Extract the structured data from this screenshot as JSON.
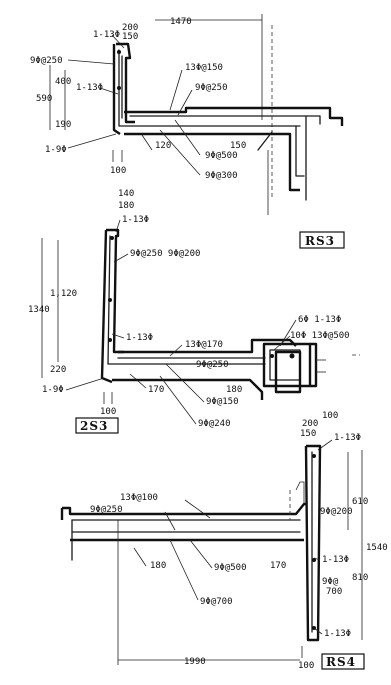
{
  "sections": [
    {
      "labels": {
        "width": "1470",
        "top_w": "200",
        "top_w2": "150",
        "top_bar": "1-13Φ",
        "side_bar": "9Φ@250",
        "h_total": "590",
        "h_upper": "400",
        "bar_mid": "1-13Φ",
        "h_lower": "190",
        "bottom_bar": "1-9Φ",
        "bottom_dim": "100",
        "main_bar": "13Φ@150",
        "dist_bar": "9Φ@250",
        "slope": "120",
        "haunch": "150",
        "haunch_bar": "9Φ@500",
        "bottom_main": "9Φ@300"
      },
      "tag": "RS3"
    },
    {
      "labels": {
        "top_w": "140",
        "top_w2": "180",
        "top_bar": "1-13Φ",
        "wall_bar": "9Φ@250 9Φ@200",
        "h_total": "1340",
        "h_upper": "1,120",
        "h_lower": "220",
        "bar_mid": "1-13Φ",
        "bottom_bar": "1-9Φ",
        "bottom_dim": "100",
        "slope": "170",
        "main_bar": "13Φ@170",
        "dist_bar": "9Φ@250",
        "box_bar": "6Φ 1-13Φ",
        "box_bar2": "10Φ 13Φ@500",
        "haunch": "180",
        "haunch_bar": "9Φ@150",
        "bottom_main": "9Φ@240"
      },
      "tag": "2S3"
    },
    {
      "labels": {
        "top_w": "200",
        "top_w2": "150",
        "top_dim": "100",
        "top_bar": "1-13Φ",
        "h_upper": "610",
        "main_bar": "13Φ@100",
        "dist_bar": "9Φ@250",
        "wall_bar": "9Φ@200",
        "h_total": "1540",
        "slope": "180",
        "mid_bar": "9Φ@500",
        "mid_dim": "170",
        "bar_mid": "1-13Φ",
        "h_lower": "810",
        "h_lower2": "700",
        "side_bar": "9Φ@",
        "bottom_main": "9Φ@700",
        "bottom_bar": "1-13Φ",
        "bottom_dim": "100",
        "width": "1990"
      },
      "tag": "RS4"
    }
  ]
}
